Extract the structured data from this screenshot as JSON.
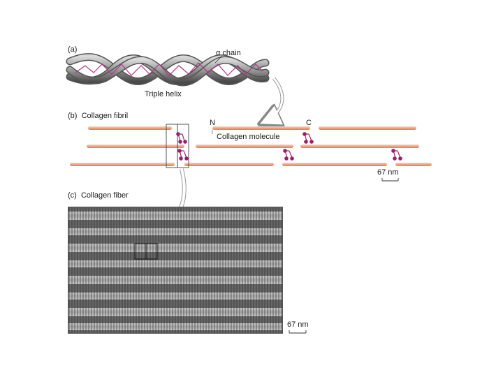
{
  "panels": {
    "a": {
      "tag": "(a)",
      "chain_label": "α chain",
      "helix_label": "Triple helix"
    },
    "b": {
      "tag": "(b)",
      "title": "Collagen fibril",
      "n_terminus": "N",
      "c_terminus": "C",
      "molecule_label": "Collagen molecule",
      "scale_label": "67 nm"
    },
    "c": {
      "tag": "(c)",
      "title": "Collagen fiber",
      "scale_label": "67 nm"
    }
  },
  "colors": {
    "fibril_fill": "#f3b79a",
    "fibril_edge": "#d9805c",
    "crosslink": "#9b1f6b",
    "helix_strand": "#7a7a7a",
    "helix_highlight": "#d9d9d9"
  }
}
